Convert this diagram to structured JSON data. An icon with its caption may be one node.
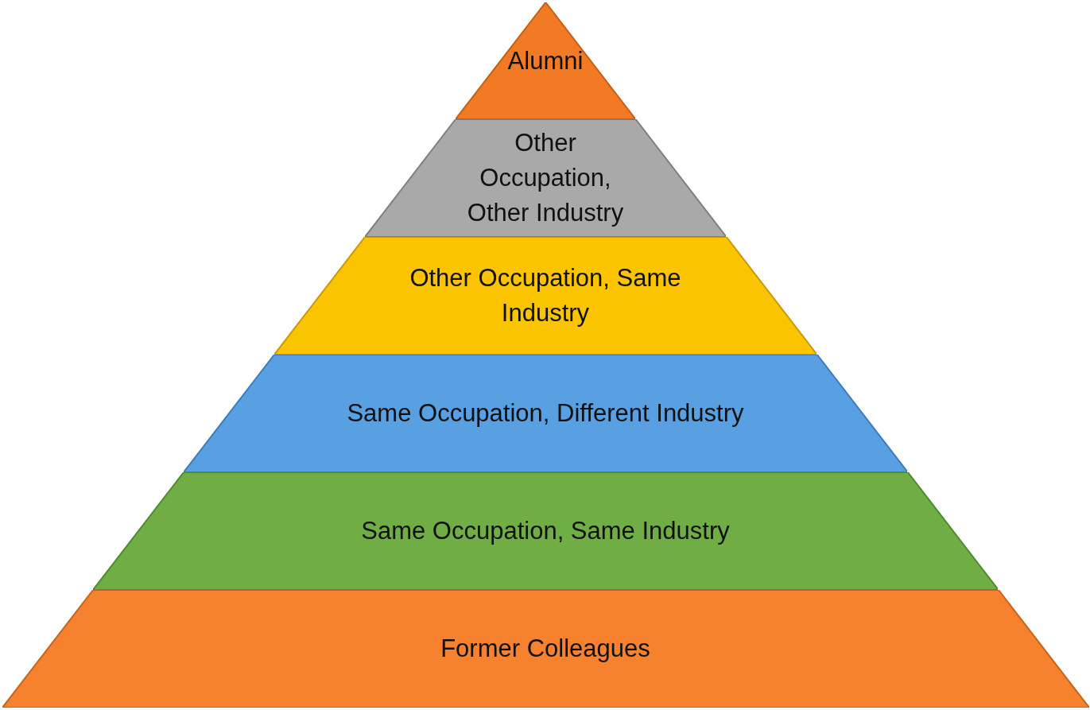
{
  "diagram": {
    "nodes": [
      {
        "text": [
          "Alumni"
        ]
      },
      {
        "text": [
          "Other Occupation, Other Industry"
        ]
      },
      {
        "text": [
          "Other Occupation, Same Industry"
        ]
      },
      {
        "text": [
          "Same Occupation, Different Industry"
        ]
      },
      {
        "text": [
          "Same Occupation, Same Industry"
        ]
      },
      {
        "text": [
          "Former Colleagues"
        ]
      }
    ]
  }
}
